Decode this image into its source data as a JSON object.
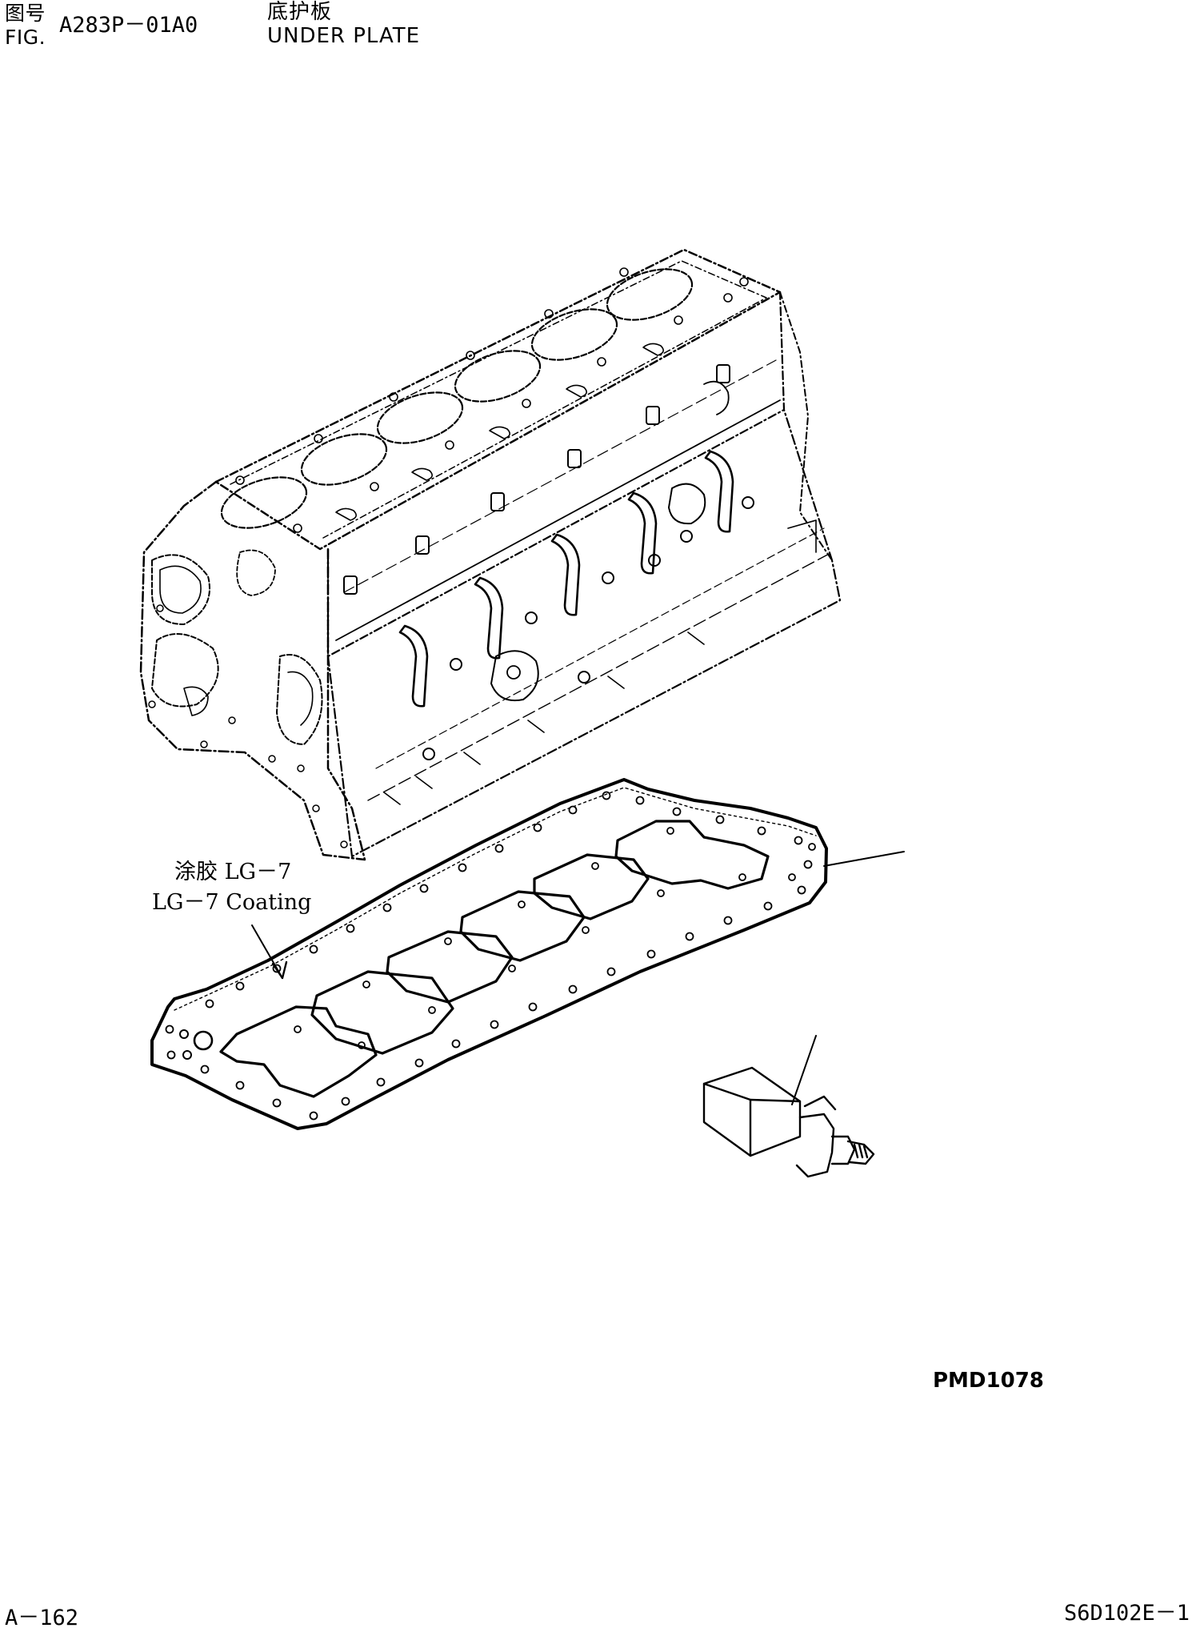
{
  "header": {
    "figure_label_cn": "图号",
    "figure_label_en": "FIG.",
    "figure_number": "A283P－01A0",
    "title_cn": "底护板",
    "title_en": "UNDER PLATE"
  },
  "annotation": {
    "coating_cn": "涂胶 LG－7",
    "coating_en": "LG－7 Coating"
  },
  "drawing_code": "PMD1078",
  "footer": {
    "page": "A－162",
    "model": "S6D102E－1"
  }
}
